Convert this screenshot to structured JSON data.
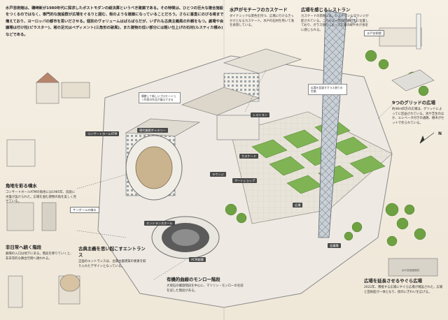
{
  "intro": "水戸芸術館は、磯崎新が1980年代に探求したポストモダンの総決算というべき建築である。その特徴は、ひとつの巨大な複合施設をつくるのではなく、専門的な施設群が広場をぐるりと囲む、街のような建築になっていることだろう。さらに垂直にのびる塔まで備えており、ヨーロッパの都市を思いださせる。個別のヴォリュームはばらばらだが、いずれも古典主義風の外観をもつ。劇場や会議場は付け柱(ピラスター)、塔の足元はペディメント(三角形の破風)、また建物の低い部分には粗い仕上げの石材(ルスティカ積み)などである。",
  "sections": {
    "plaza": {
      "title": "広場を感じるレストラン",
      "body": "カスケードの南側には、レストランとラウンジが配されている。これらは一階の回廊の奥に位置しており、ガラス張りによって広場の緑や水が身近に感じられる。"
    },
    "cascade": {
      "title": "水戸がモチーフのカスケード",
      "body": "ダイナミックな景色を持つ、広場に行けるきっかけとなるカスケード。水戸の石材を用いて滝を表現している。"
    },
    "grid": {
      "title": "9つのグリッドの広場",
      "body": "約48m四方の広場は、グリッドによってに区画されている。池や芝生のほか、エレベータ付きの通路、樹木がセットで作られている。"
    },
    "corner": {
      "title": "角地を彩る噴水",
      "body": "コンサートホールATMの角地には1985年、前庭に水盤が設けられた。広場を囲む建物の角を美しく見せている。"
    },
    "theater": {
      "title": "非日常へ続く階段",
      "body": "劇場の入口は地下にある。階段を降りていくと、非日常的な舞台空間へ誘われる。"
    },
    "entrance": {
      "title": "古典主義を思い起こすエントランス",
      "body": "正面のエントランスは、古典主義建築の要素を取り入れたデザインとなっている。"
    },
    "monolith": {
      "title": "有機的曲線のモンロー階段",
      "body": "大理石の螺旋階段を中心に、マリリン・モンローの名前を冠した階段がある。"
    },
    "extend": {
      "title": "広場を延長させるやぐら広場",
      "body": "2022年、隣接する広場にやぐら広場が増設された。広場と芸術館が一体となり、街のにぎわいを広げる。"
    }
  },
  "labels": {
    "gallery": "現代美術ギャラリー",
    "concert_atm": "コンサートホールATM",
    "restaurant": "レストラン",
    "cascade": "カスケード",
    "lounge": "ラウンジ",
    "art_shop": "アートショップ",
    "plaza": "広場",
    "entrance_hall": "エントランスホール",
    "acm": "ACM劇場",
    "conference": "会議場",
    "tower_label": "水戸芸術館",
    "north": "N",
    "gallery_note": "開館して新しいプロモーション作家の作品が展示できる",
    "restaurant_note": "広場を見渡すガラス張りの空間",
    "sign": "サンポールの噴水",
    "artist": "水戸芸術館提供"
  },
  "colors": {
    "paper": "#f3ece0",
    "ink": "#2a2a2a",
    "grass": "#7fb354",
    "stone": "#e6e1d6",
    "tower": "#b8c0c8",
    "label_bg": "#4a4a4a"
  }
}
